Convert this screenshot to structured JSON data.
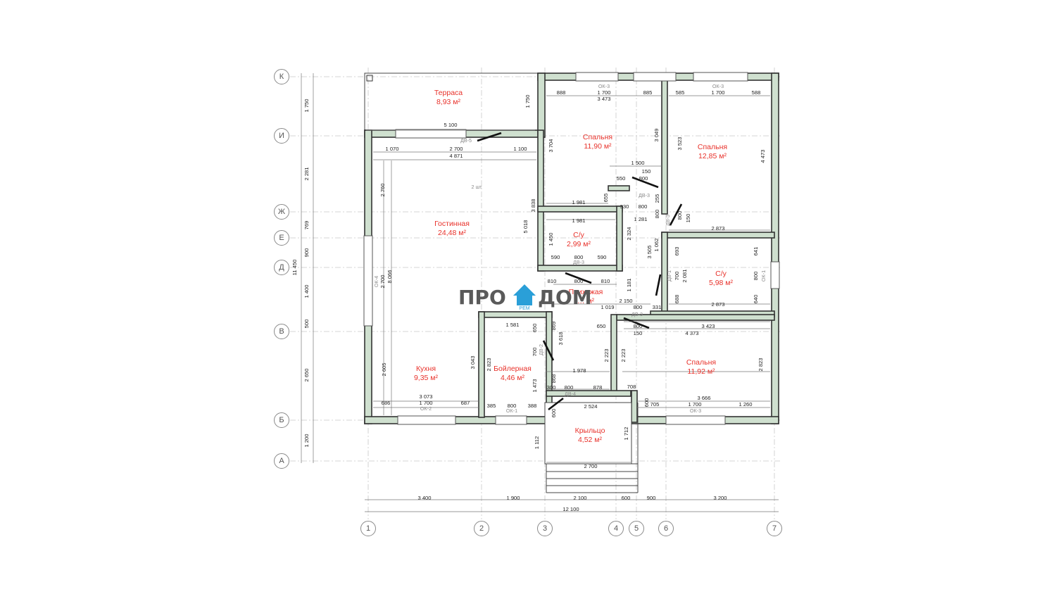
{
  "watermark": {
    "left": "ПРО",
    "right": "ДОМ",
    "sub": "РЕМ"
  },
  "axes": {
    "rows": [
      "К",
      "И",
      "Ж",
      "Е",
      "Д",
      "В",
      "Б",
      "А"
    ],
    "cols": [
      "1",
      "2",
      "3",
      "4",
      "5",
      "6",
      "7"
    ]
  },
  "rooms": {
    "terrace": {
      "name": "Терраса",
      "area": "8,93 м²"
    },
    "bedroom1": {
      "name": "Спальня",
      "area": "11,90 м²"
    },
    "bedroom2": {
      "name": "Спальня",
      "area": "12,85 м²"
    },
    "living": {
      "name": "Гостинная",
      "area": "24,48 м²"
    },
    "wc1": {
      "name": "С/у",
      "area": "2,99 м²"
    },
    "wc2": {
      "name": "С/у",
      "area": "5,98 м²"
    },
    "hall": {
      "name": "Прихожая",
      "area": "… м²"
    },
    "kitchen": {
      "name": "Кухня",
      "area": "9,35 м²"
    },
    "boiler": {
      "name": "Бойлерная",
      "area": "4,46 м²"
    },
    "bedroom3": {
      "name": "Спальня",
      "area": "11,92 м²"
    },
    "porch": {
      "name": "Крыльцо",
      "area": "4,52 м²"
    }
  },
  "marks": {
    "ok3a": "ОК-3",
    "ok3b": "ОК-3",
    "ok3c": "ОК-3",
    "ok2": "ОК-2",
    "ok1a": "ОК-1",
    "ok1b": "ОК-1",
    "ok4": "ОК-4",
    "dv5": "ДВ-5",
    "dv3a": "ДВ-3",
    "dv3b": "ДВ-3",
    "dv3c": "ДВ-3",
    "dv3d": "ДВ-3",
    "dv2": "ДВ-2",
    "dv1": "ДВ-1",
    "dv4": "ДВ-4",
    "note": "2 шт"
  },
  "dims": {
    "d888": "888",
    "d1700a": "1 700",
    "d885": "885",
    "d3473": "3 473",
    "d585": "585",
    "d1700b": "1 700",
    "d588": "588",
    "d5100": "5 100",
    "d1070": "1 070",
    "d2700a": "2 700",
    "d1100": "1 100",
    "d4871": "4 871",
    "d1500": "1 500",
    "d150a": "150",
    "d550": "550",
    "d800a": "800",
    "d1981a": "1 981",
    "d330": "330",
    "d800b": "800",
    "d1981b": "1 981",
    "d1281": "1 281",
    "d2873a": "2 873",
    "d590a": "590",
    "d800c": "800",
    "d590b": "590",
    "d810a": "810",
    "d800d": "800",
    "d810b": "810",
    "d2150": "2 150",
    "d1019": "1 019",
    "d800e": "800",
    "d331": "331",
    "d2873b": "2 873",
    "d650a": "650",
    "d800f": "800",
    "d3423": "3 423",
    "d150b": "150",
    "d4373": "4 373",
    "d1581": "1 581",
    "d1978": "1 978",
    "d300": "300",
    "d800g": "800",
    "d878": "878",
    "d708": "708",
    "d3666": "3 666",
    "d3073": "3 073",
    "d686": "686",
    "d1700c": "1 700",
    "d687": "687",
    "d385": "385",
    "d800h": "800",
    "d388": "388",
    "d2524": "2 524",
    "d705": "705",
    "d1700d": "1 700",
    "d1260": "1 260",
    "d2700b": "2 700",
    "b3400": "3 400",
    "b1900": "1 900",
    "b2100": "2 100",
    "b600": "600",
    "b900": "900",
    "b3200": "3 200",
    "b12100": "12 100",
    "l1750": "1 750",
    "l2281": "2 281",
    "l769": "769",
    "l900": "900",
    "l1400": "1 400",
    "l500": "500",
    "l2650": "2 650",
    "l1200": "1 200",
    "l11450": "11 450",
    "v1750": "1 750",
    "v3704": "3 704",
    "v3049": "3 049",
    "v3523": "3 523",
    "v4473": "4 473",
    "v2760": "2 760",
    "v3838": "3 838",
    "v5018": "5 018",
    "v655": "655",
    "v255": "255",
    "v800a": "800",
    "v150": "150",
    "v1450": "1 450",
    "v2324": "2 324",
    "v3505": "3 505",
    "v1062": "1 062",
    "v693": "693",
    "v700a": "700",
    "v2081": "2 081",
    "v641": "641",
    "v800b": "800",
    "v688": "688",
    "v640": "640",
    "v2700": "2 700",
    "v8066": "8 066",
    "v1181": "1 181",
    "v650": "650",
    "v869": "869",
    "v3618": "3 618",
    "v700b": "700",
    "v3043": "3 043",
    "v2823a": "2 823",
    "v1473": "1 473",
    "v868": "868",
    "v2223a": "2 223",
    "v2223b": "2 223",
    "v2823b": "2 823",
    "v2605": "2 605",
    "v600a": "600",
    "v600b": "600",
    "v1112": "1 112",
    "v1712": "1 712",
    "v800c": "800"
  }
}
